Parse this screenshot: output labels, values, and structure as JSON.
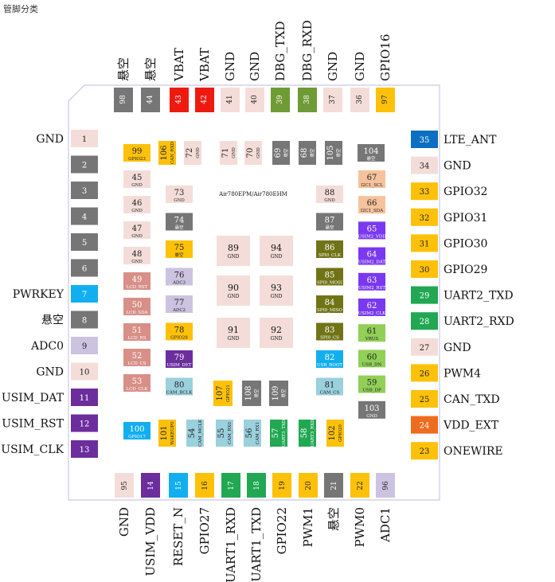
{
  "title": "管脚分类",
  "chip_name": "Air780EPM/Air780EHM",
  "colors": {
    "gray": "#767676",
    "pink": "#f4ddd9",
    "red": "#ee1a10",
    "olive": "#6e9b36",
    "yellow": "#fdc10a",
    "blue": "#0c6fc1",
    "lightblue": "#11afef",
    "teal": "#9bd0dd",
    "purple": "#6c2d9d",
    "violet": "#7a39f0",
    "lavender": "#ccc3e1",
    "green": "#22a752",
    "orange": "#ee6c1e",
    "peach": "#f6c29c",
    "lime": "#91cf56",
    "dkolive": "#717416",
    "salmon": "#d78f87"
  },
  "top_pins": [
    {
      "num": "98",
      "label": "悬空",
      "color": "gray"
    },
    {
      "num": "44",
      "label": "悬空",
      "color": "gray"
    },
    {
      "num": "43",
      "label": "VBAT",
      "color": "red"
    },
    {
      "num": "42",
      "label": "VBAT",
      "color": "red"
    },
    {
      "num": "41",
      "label": "GND",
      "color": "pink"
    },
    {
      "num": "40",
      "label": "GND",
      "color": "pink"
    },
    {
      "num": "39",
      "label": "DBG_TXD",
      "color": "olive"
    },
    {
      "num": "38",
      "label": "DBG_RXD",
      "color": "olive"
    },
    {
      "num": "37",
      "label": "GND",
      "color": "pink"
    },
    {
      "num": "36",
      "label": "GND",
      "color": "pink"
    },
    {
      "num": "97",
      "label": "GPIO16",
      "color": "yellow"
    }
  ],
  "left_pins": [
    {
      "num": "1",
      "label": "GND",
      "color": "pink"
    },
    {
      "num": "2",
      "label": "",
      "color": "gray"
    },
    {
      "num": "3",
      "label": "",
      "color": "gray"
    },
    {
      "num": "4",
      "label": "",
      "color": "gray"
    },
    {
      "num": "5",
      "label": "",
      "color": "gray"
    },
    {
      "num": "6",
      "label": "",
      "color": "gray"
    },
    {
      "num": "7",
      "label": "PWRKEY",
      "color": "lightblue"
    },
    {
      "num": "8",
      "label": "悬空",
      "color": "gray"
    },
    {
      "num": "9",
      "label": "ADC0",
      "color": "lavender"
    },
    {
      "num": "10",
      "label": "GND",
      "color": "pink"
    },
    {
      "num": "11",
      "label": "USIM_DAT",
      "color": "purple"
    },
    {
      "num": "12",
      "label": "USIM_RST",
      "color": "purple"
    },
    {
      "num": "13",
      "label": "USIM_CLK",
      "color": "purple"
    }
  ],
  "right_pins": [
    {
      "num": "35",
      "label": "LTE_ANT",
      "color": "blue"
    },
    {
      "num": "34",
      "label": "GND",
      "color": "pink"
    },
    {
      "num": "33",
      "label": "GPIO32",
      "color": "yellow"
    },
    {
      "num": "32",
      "label": "GPIO31",
      "color": "yellow"
    },
    {
      "num": "31",
      "label": "GPIO30",
      "color": "yellow"
    },
    {
      "num": "30",
      "label": "GPIO29",
      "color": "yellow"
    },
    {
      "num": "29",
      "label": "UART2_TXD",
      "color": "green"
    },
    {
      "num": "28",
      "label": "UART2_RXD",
      "color": "green"
    },
    {
      "num": "27",
      "label": "GND",
      "color": "pink"
    },
    {
      "num": "26",
      "label": "PWM4",
      "color": "yellow"
    },
    {
      "num": "25",
      "label": "CAN_TXD",
      "color": "yellow"
    },
    {
      "num": "24",
      "label": "VDD_EXT",
      "color": "orange"
    },
    {
      "num": "23",
      "label": "ONEWIRE",
      "color": "yellow"
    }
  ],
  "bottom_pins": [
    {
      "num": "95",
      "label": "GND",
      "color": "pink"
    },
    {
      "num": "14",
      "label": "USIM_VDD",
      "color": "purple"
    },
    {
      "num": "15",
      "label": "RESET_N",
      "color": "lightblue"
    },
    {
      "num": "16",
      "label": "GPIO27",
      "color": "yellow"
    },
    {
      "num": "17",
      "label": "UART1_RXD",
      "color": "green"
    },
    {
      "num": "18",
      "label": "UART1_TXD",
      "color": "green"
    },
    {
      "num": "19",
      "label": "GPIO22",
      "color": "yellow"
    },
    {
      "num": "20",
      "label": "PWM1",
      "color": "yellow"
    },
    {
      "num": "21",
      "label": "悬空",
      "color": "gray"
    },
    {
      "num": "22",
      "label": "PWM0",
      "color": "yellow"
    },
    {
      "num": "96",
      "label": "ADC1",
      "color": "lavender"
    }
  ],
  "inner_top_row": [
    {
      "num": "99",
      "sub": "GPIO23",
      "color": "yellow"
    },
    {
      "num": "106",
      "sub": "CAN_RXD",
      "color": "yellow"
    },
    {
      "num": "72",
      "sub": "GND",
      "color": "pink"
    },
    {
      "num": "71",
      "sub": "GND",
      "color": "pink"
    },
    {
      "num": "70",
      "sub": "GND",
      "color": "pink"
    },
    {
      "num": "69",
      "sub": "悬空",
      "color": "gray"
    },
    {
      "num": "68",
      "sub": "悬空",
      "color": "gray"
    },
    {
      "num": "105",
      "sub": "悬空",
      "color": "gray"
    },
    {
      "num": "104",
      "sub": "悬空",
      "color": "gray"
    }
  ],
  "inner_left_col": [
    {
      "num": "45",
      "sub": "GND",
      "color": "pink"
    },
    {
      "num": "46",
      "sub": "GND",
      "color": "pink"
    },
    {
      "num": "47",
      "sub": "GND",
      "color": "pink"
    },
    {
      "num": "48",
      "sub": "GND",
      "color": "pink"
    },
    {
      "num": "49",
      "sub": "LCD_RST",
      "color": "salmon"
    },
    {
      "num": "50",
      "sub": "LCD_SDA",
      "color": "salmon"
    },
    {
      "num": "51",
      "sub": "LCD_RS",
      "color": "salmon"
    },
    {
      "num": "52",
      "sub": "LCD_CS",
      "color": "salmon"
    },
    {
      "num": "53",
      "sub": "LCD_CLK",
      "color": "salmon"
    }
  ],
  "inner_left_col2": [
    {
      "num": "73",
      "sub": "GND",
      "color": "pink"
    },
    {
      "num": "74",
      "sub": "悬空",
      "color": "gray"
    },
    {
      "num": "75",
      "sub": "悬空",
      "color": "yellow"
    },
    {
      "num": "76",
      "sub": "ADC3",
      "color": "lavender"
    },
    {
      "num": "77",
      "sub": "ADC2",
      "color": "lavender"
    },
    {
      "num": "78",
      "sub": "GPIO28",
      "color": "yellow"
    },
    {
      "num": "79",
      "sub": "USIM_DET",
      "color": "purple"
    },
    {
      "num": "80",
      "sub": "CAM_BCLK",
      "color": "teal"
    }
  ],
  "inner_right_col": [
    {
      "num": "67",
      "sub": "I2C1_SCL",
      "color": "peach"
    },
    {
      "num": "66",
      "sub": "I2C1_SDA",
      "color": "peach"
    },
    {
      "num": "65",
      "sub": "USIM2_VDD",
      "color": "violet"
    },
    {
      "num": "64",
      "sub": "USIM2_DAT",
      "color": "violet"
    },
    {
      "num": "63",
      "sub": "USIM2_RST",
      "color": "violet"
    },
    {
      "num": "62",
      "sub": "USIM2_CLK",
      "color": "violet"
    },
    {
      "num": "61",
      "sub": "VBUS",
      "color": "lime"
    },
    {
      "num": "60",
      "sub": "USB_DN",
      "color": "lime"
    },
    {
      "num": "59",
      "sub": "USB_DP",
      "color": "lime"
    },
    {
      "num": "103",
      "sub": "GND",
      "color": "gray"
    }
  ],
  "inner_right_col2": [
    {
      "num": "88",
      "sub": "GND",
      "color": "pink"
    },
    {
      "num": "87",
      "sub": "悬空",
      "color": "gray"
    },
    {
      "num": "86",
      "sub": "SPI0_CLK",
      "color": "dkolive"
    },
    {
      "num": "85",
      "sub": "SPI0_MOSI",
      "color": "dkolive"
    },
    {
      "num": "84",
      "sub": "SPI0_MISO",
      "color": "dkolive"
    },
    {
      "num": "83",
      "sub": "SPI0_CS",
      "color": "dkolive"
    },
    {
      "num": "82",
      "sub": "USB_BOOT",
      "color": "lightblue"
    },
    {
      "num": "81",
      "sub": "CAM_CS",
      "color": "teal"
    }
  ],
  "inner_bottom_row": [
    {
      "num": "100",
      "sub": "GPIO17",
      "color": "lightblue"
    },
    {
      "num": "101",
      "sub": "WAKEUP0",
      "color": "yellow"
    },
    {
      "num": "54",
      "sub": "CAM_MCLK",
      "color": "teal"
    },
    {
      "num": "55",
      "sub": "CAM_RX0",
      "color": "teal"
    },
    {
      "num": "56",
      "sub": "CAM_RX1",
      "color": "teal"
    },
    {
      "num": "57",
      "sub": "UART3_TXD",
      "color": "green"
    },
    {
      "num": "58",
      "sub": "UART3_RXD",
      "color": "green"
    },
    {
      "num": "102",
      "sub": "GPIO20",
      "color": "yellow"
    }
  ],
  "inner_mid_row": [
    {
      "num": "107",
      "sub": "GPIO21",
      "color": "yellow"
    },
    {
      "num": "108",
      "sub": "悬空",
      "color": "gray"
    },
    {
      "num": "109",
      "sub": "悬空",
      "color": "gray"
    }
  ],
  "center_pads": [
    {
      "num": "89",
      "sub": "GND"
    },
    {
      "num": "94",
      "sub": "GND"
    },
    {
      "num": "90",
      "sub": "GND"
    },
    {
      "num": "93",
      "sub": "GND"
    },
    {
      "num": "91",
      "sub": "GND"
    },
    {
      "num": "92",
      "sub": "GND"
    }
  ]
}
